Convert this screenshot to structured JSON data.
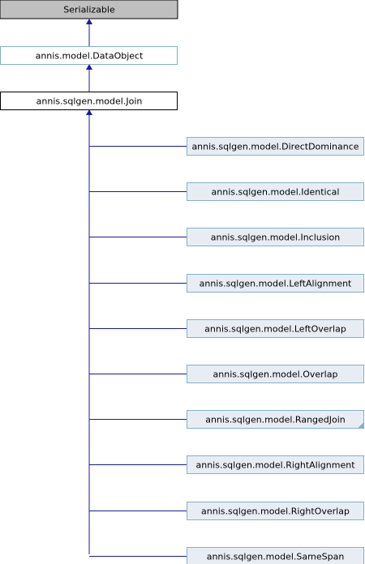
{
  "diagram": {
    "nodes": {
      "serializable": "Serializable",
      "data_object": "annis.model.DataObject",
      "join": "annis.sqlgen.model.Join",
      "subclasses": [
        "annis.sqlgen.model.DirectDominance",
        "annis.sqlgen.model.Identical",
        "annis.sqlgen.model.Inclusion",
        "annis.sqlgen.model.LeftAlignment",
        "annis.sqlgen.model.LeftOverlap",
        "annis.sqlgen.model.Overlap",
        "annis.sqlgen.model.RangedJoin",
        "annis.sqlgen.model.RightAlignment",
        "annis.sqlgen.model.RightOverlap",
        "annis.sqlgen.model.SameSpan"
      ]
    },
    "colors": {
      "edge": "#1a1aa0",
      "interface_fill": "#bfbfbf",
      "external_border": "#84b0c7",
      "subclass_fill": "#e8edf4",
      "class_border": "#000000"
    }
  }
}
